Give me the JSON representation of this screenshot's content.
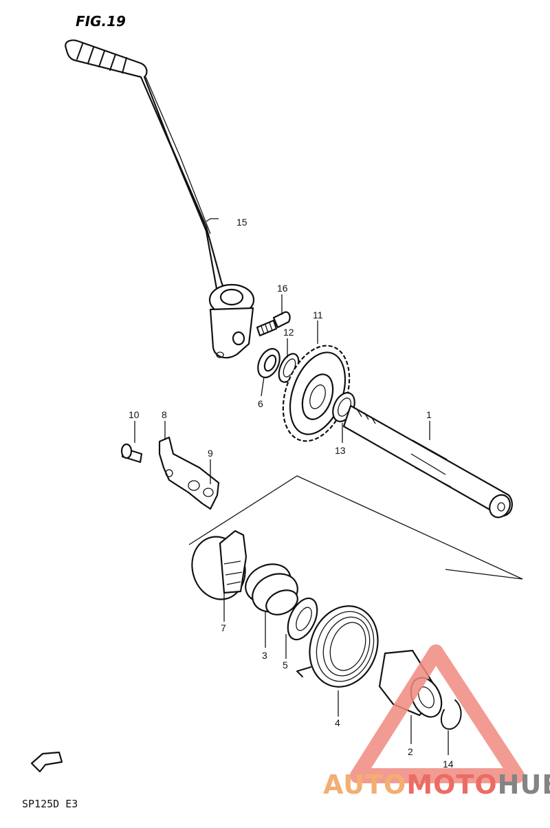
{
  "figure": {
    "title": "FIG.19",
    "model_code": "SP125D  E3",
    "fwd_label": "FWD"
  },
  "callouts": [
    {
      "id": "1",
      "text": "1"
    },
    {
      "id": "2",
      "text": "2"
    },
    {
      "id": "3",
      "text": "3"
    },
    {
      "id": "4",
      "text": "4"
    },
    {
      "id": "5",
      "text": "5"
    },
    {
      "id": "6",
      "text": "6"
    },
    {
      "id": "7",
      "text": "7"
    },
    {
      "id": "8",
      "text": "8"
    },
    {
      "id": "9",
      "text": "9"
    },
    {
      "id": "10",
      "text": "10"
    },
    {
      "id": "11",
      "text": "11"
    },
    {
      "id": "12",
      "text": "12"
    },
    {
      "id": "13",
      "text": "13"
    },
    {
      "id": "14",
      "text": "14"
    },
    {
      "id": "15",
      "text": "15"
    },
    {
      "id": "16",
      "text": "16"
    }
  ],
  "watermark": {
    "part1": "AUTO",
    "part2": "MOTO",
    "part3": "HUB",
    "color_orange": "#f2a15a",
    "color_red": "#e8534a",
    "color_gray": "#6f6f6f"
  }
}
